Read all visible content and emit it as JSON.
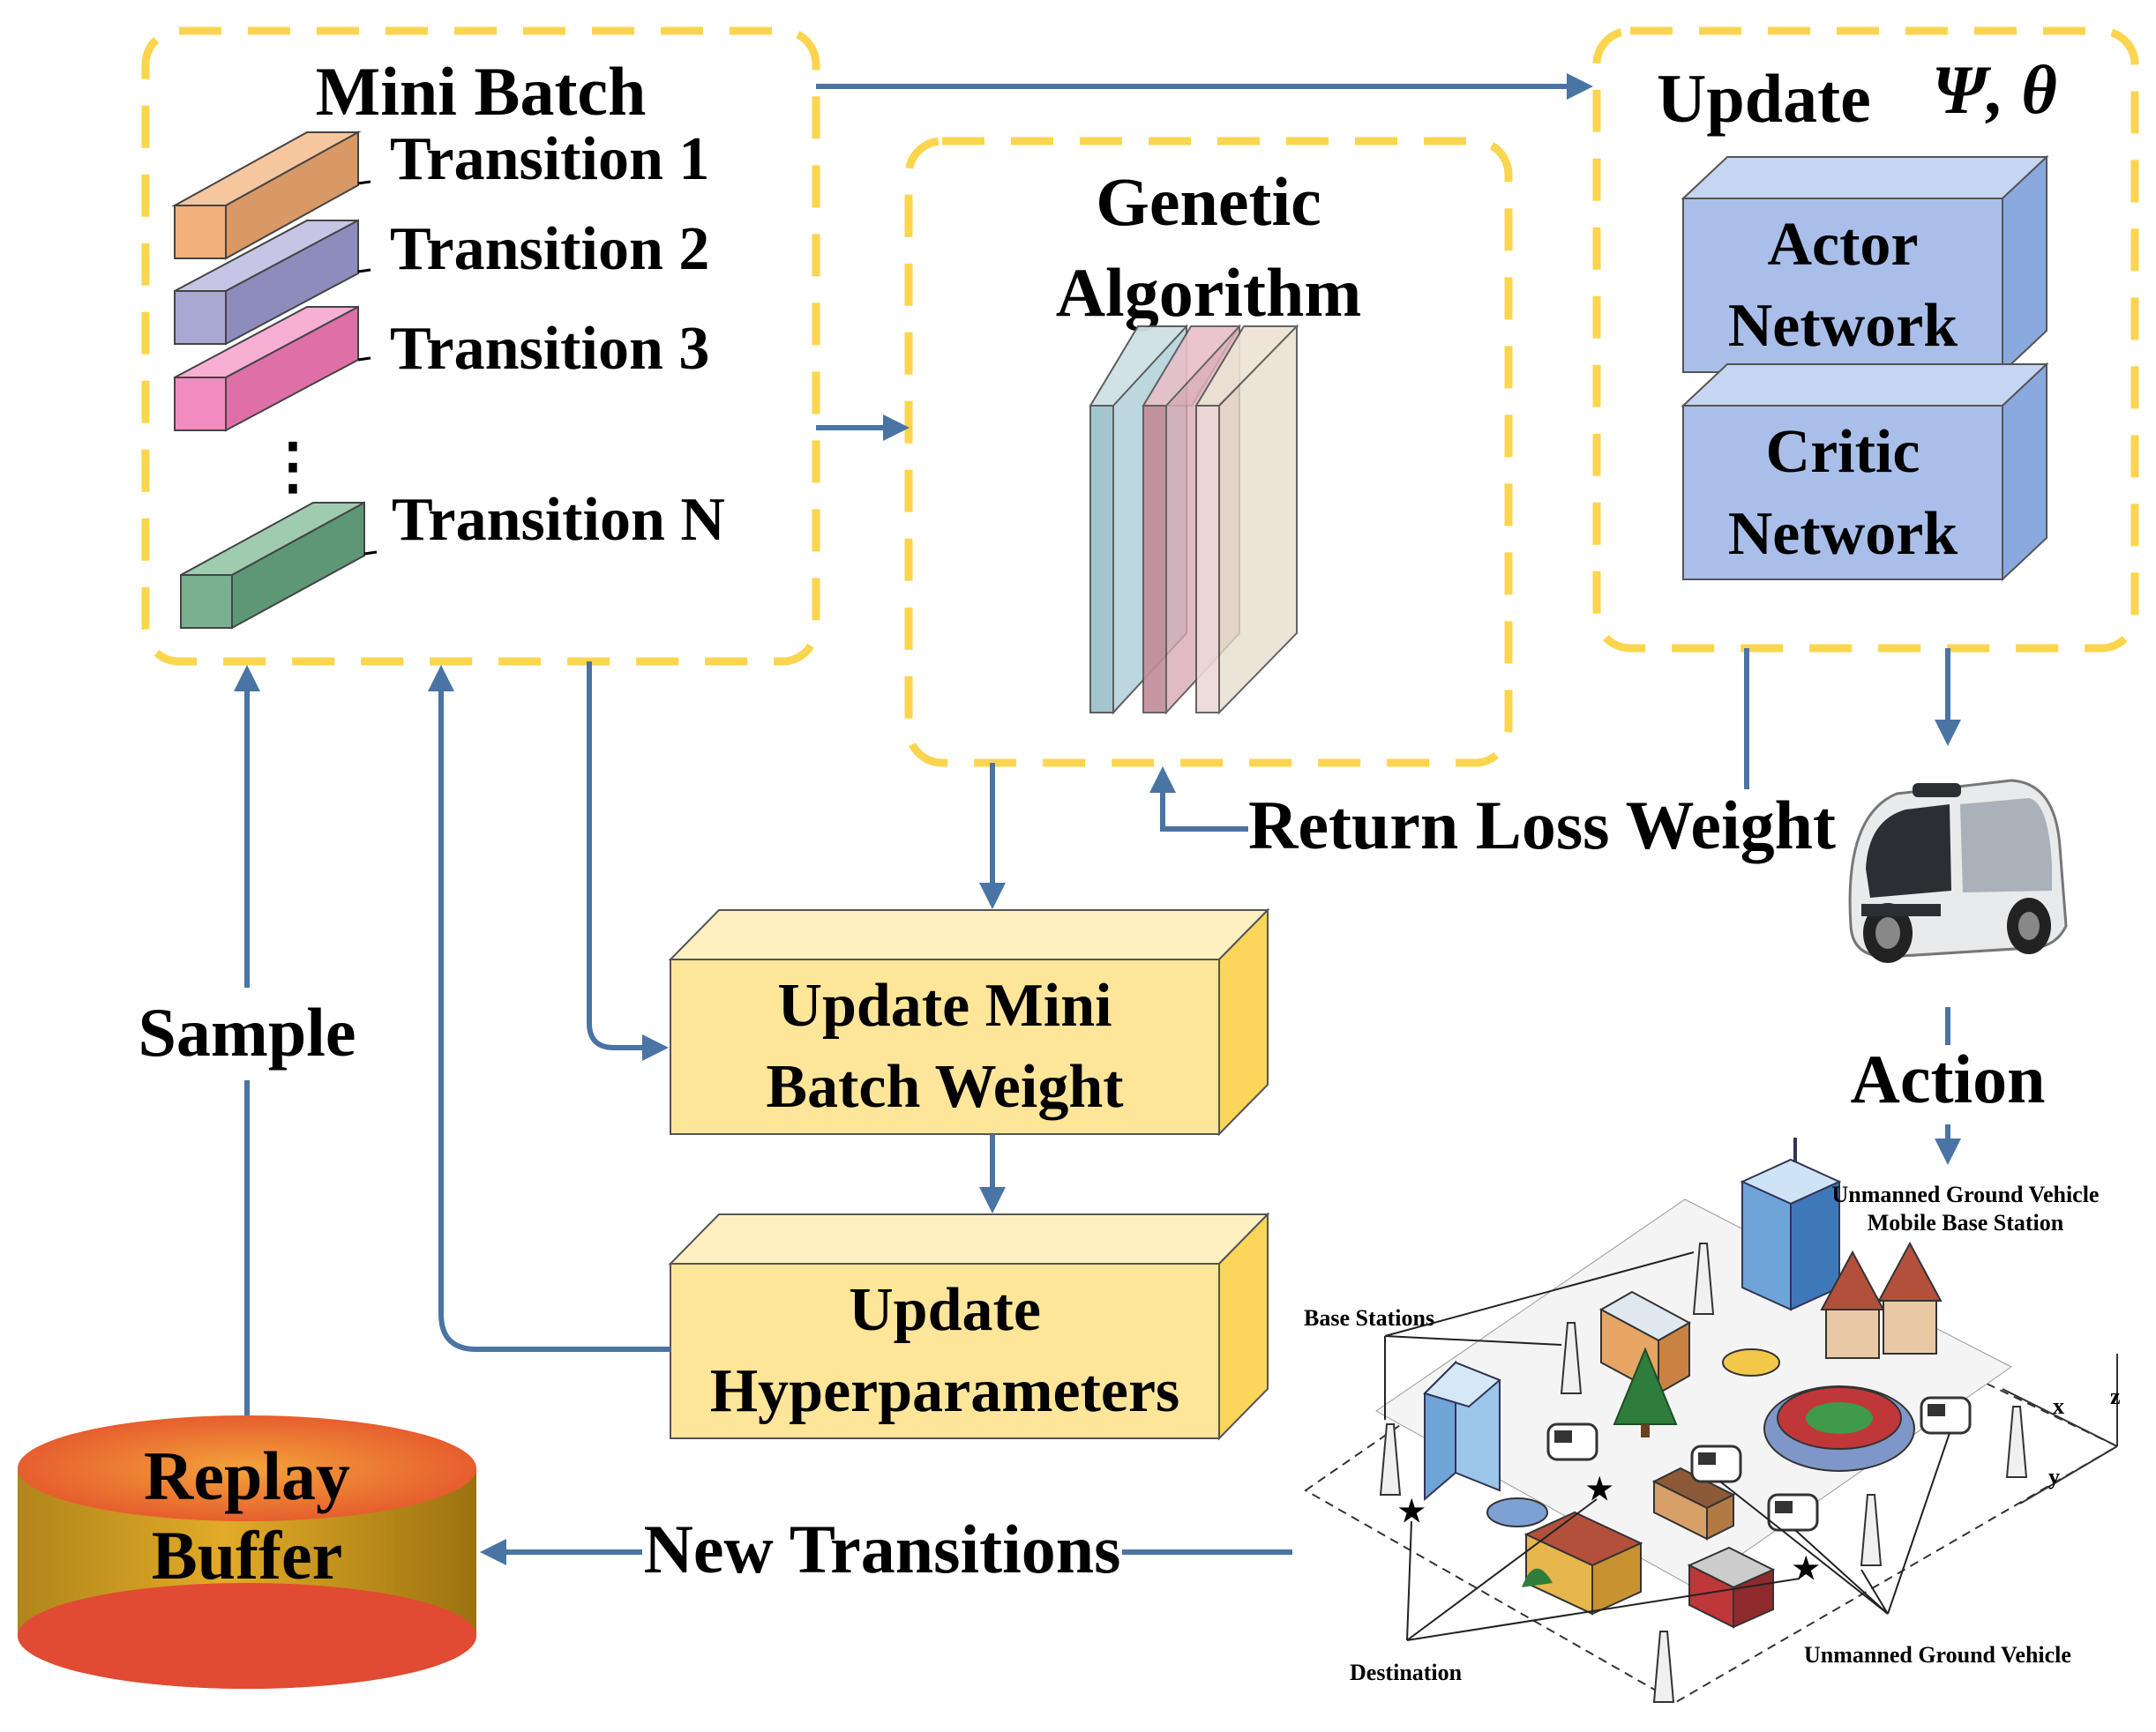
{
  "mini_batch": {
    "title": "Mini Batch",
    "transitions": [
      {
        "label": "Transition 1",
        "color": "#f2b07c"
      },
      {
        "label": "Transition 2",
        "color": "#a9a8d2"
      },
      {
        "label": "Transition 3",
        "color": "#f28bbf"
      },
      {
        "label": "Transition N",
        "color": "#79b08f"
      }
    ],
    "ellipsis": "⋮"
  },
  "genetic": {
    "line1": "Genetic",
    "line2": "Algorithm"
  },
  "update": {
    "prefix": "Update",
    "symbols": "Ψ, θ",
    "actor_line1": "Actor",
    "actor_line2": "Network",
    "critic_line1": "Critic",
    "critic_line2": "Network"
  },
  "labels": {
    "return_loss_weight": "Return Loss Weight",
    "action": "Action",
    "sample": "Sample",
    "new_transitions": "New Transitions"
  },
  "update_mini_batch": {
    "line1": "Update Mini",
    "line2": "Batch Weight"
  },
  "update_hyper": {
    "line1": "Update",
    "line2": "Hyperparameters"
  },
  "replay_buffer": {
    "line1": "Replay",
    "line2": "Buffer"
  },
  "scene": {
    "ugv_mbs_line1": "Unmanned Ground Vehicle",
    "ugv_mbs_line2": "Mobile Base Station",
    "base_stations": "Base Stations",
    "destination": "Destination",
    "ugv": "Unmanned Ground Vehicle",
    "axis_x": "x",
    "axis_y": "y",
    "axis_z": "z"
  },
  "colors": {
    "dashed_border": "#fcd54e",
    "arrow": "#4a74a3",
    "network_fill": "#a9bfe9",
    "update_box_fill": "#fde59a"
  }
}
